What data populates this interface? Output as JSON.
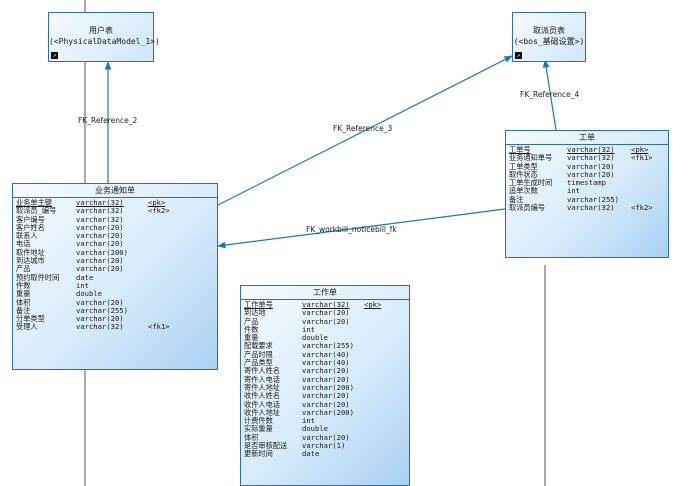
{
  "shortcuts": {
    "user_table": {
      "title": "用户表",
      "subtitle": "(<PhysicalDataModel_1>)"
    },
    "collector_table": {
      "title": "取派员表",
      "subtitle": "(<bos_基础设置>)"
    }
  },
  "references": {
    "ref2": "FK_Reference_2",
    "ref3": "FK_Reference_3",
    "ref4": "FK_Reference_4",
    "workbill": "FK_workbill_noticebill_fk"
  },
  "entities": {
    "notice_bill": {
      "title": "业务通知单",
      "columns": [
        {
          "name": "业务单主键",
          "type": "varchar(32)",
          "key": "<pk>",
          "underline": true
        },
        {
          "name": "取派员_编号",
          "type": "varchar(32)",
          "key": "<fk2>",
          "underline": false
        },
        {
          "name": "客户编号",
          "type": "varchar(32)",
          "key": "",
          "underline": false
        },
        {
          "name": "客户姓名",
          "type": "varchar(20)",
          "key": "",
          "underline": false
        },
        {
          "name": "联系人",
          "type": "varchar(20)",
          "key": "",
          "underline": false
        },
        {
          "name": "电话",
          "type": "varchar(20)",
          "key": "",
          "underline": false
        },
        {
          "name": "取件地址",
          "type": "varchar(200)",
          "key": "",
          "underline": false
        },
        {
          "name": "到达城市",
          "type": "varchar(20)",
          "key": "",
          "underline": false
        },
        {
          "name": "产品",
          "type": "varchar(20)",
          "key": "",
          "underline": false
        },
        {
          "name": "预约取件时间",
          "type": "date",
          "key": "",
          "underline": false
        },
        {
          "name": "件数",
          "type": "int",
          "key": "",
          "underline": false
        },
        {
          "name": "重量",
          "type": "double",
          "key": "",
          "underline": false
        },
        {
          "name": "体积",
          "type": "varchar(20)",
          "key": "",
          "underline": false
        },
        {
          "name": "备注",
          "type": "varchar(255)",
          "key": "",
          "underline": false
        },
        {
          "name": "分单类型",
          "type": "varchar(20)",
          "key": "",
          "underline": false
        },
        {
          "name": "受理人",
          "type": "varchar(32)",
          "key": "<fk1>",
          "underline": false
        }
      ]
    },
    "work_order": {
      "title": "工单",
      "columns": [
        {
          "name": "工单号",
          "type": "varchar(32)",
          "key": "<pk>",
          "underline": true
        },
        {
          "name": "业务通知单号",
          "type": "varchar(32)",
          "key": "<fk1>",
          "underline": false
        },
        {
          "name": "工单类型",
          "type": "varchar(20)",
          "key": "",
          "underline": false
        },
        {
          "name": "取件状态",
          "type": "varchar(20)",
          "key": "",
          "underline": false
        },
        {
          "name": "工单生成时间",
          "type": "timestamp",
          "key": "",
          "underline": false
        },
        {
          "name": "追单次数",
          "type": "int",
          "key": "",
          "underline": false
        },
        {
          "name": "备注",
          "type": "varchar(255)",
          "key": "",
          "underline": false
        },
        {
          "name": "取派员编号",
          "type": "varchar(32)",
          "key": "<fk2>",
          "underline": false
        }
      ]
    },
    "work_sheet": {
      "title": "工作单",
      "columns": [
        {
          "name": "工作单号",
          "type": "varchar(32)",
          "key": "<pk>",
          "underline": true
        },
        {
          "name": "到达地",
          "type": "varchar(20)",
          "key": "",
          "underline": false
        },
        {
          "name": "产品",
          "type": "varchar(20)",
          "key": "",
          "underline": false
        },
        {
          "name": "件数",
          "type": "int",
          "key": "",
          "underline": false
        },
        {
          "name": "重量",
          "type": "double",
          "key": "",
          "underline": false
        },
        {
          "name": "配载要求",
          "type": "varchar(255)",
          "key": "",
          "underline": false
        },
        {
          "name": "产品时限",
          "type": "varchar(40)",
          "key": "",
          "underline": false
        },
        {
          "name": "产品类型",
          "type": "varchar(40)",
          "key": "",
          "underline": false
        },
        {
          "name": "寄件人姓名",
          "type": "varchar(20)",
          "key": "",
          "underline": false
        },
        {
          "name": "寄件人电话",
          "type": "varchar(20)",
          "key": "",
          "underline": false
        },
        {
          "name": "寄件人地址",
          "type": "varchar(200)",
          "key": "",
          "underline": false
        },
        {
          "name": "收件人姓名",
          "type": "varchar(20)",
          "key": "",
          "underline": false
        },
        {
          "name": "收件人电话",
          "type": "varchar(20)",
          "key": "",
          "underline": false
        },
        {
          "name": "收件人地址",
          "type": "varchar(200)",
          "key": "",
          "underline": false
        },
        {
          "name": "计费件数",
          "type": "int",
          "key": "",
          "underline": false
        },
        {
          "name": "实际重量",
          "type": "double",
          "key": "",
          "underline": false
        },
        {
          "name": "体积",
          "type": "varchar(20)",
          "key": "",
          "underline": false
        },
        {
          "name": "是否审核配送",
          "type": "varchar(1)",
          "key": "",
          "underline": false
        },
        {
          "name": "更新时间",
          "type": "date",
          "key": "",
          "underline": false
        }
      ]
    }
  },
  "colors": {
    "line": "#1f78b4",
    "border": "#2f6fa8"
  }
}
